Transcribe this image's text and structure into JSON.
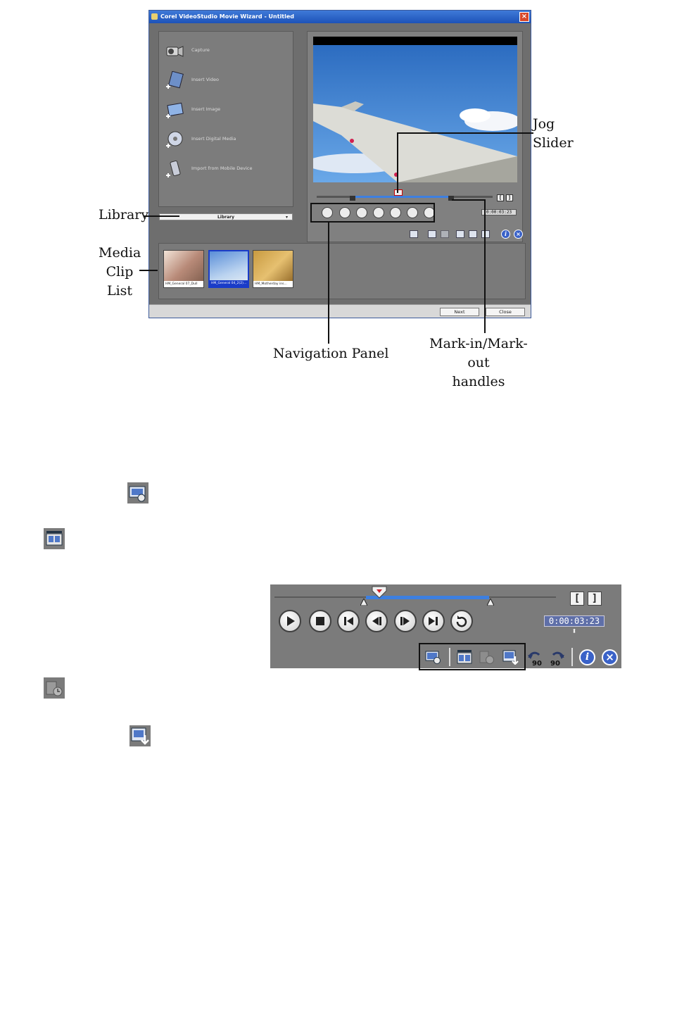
{
  "window": {
    "title": "Corel VideoStudio Movie Wizard - Untitled",
    "capture_items": [
      {
        "label": "Capture",
        "icon": "camcorder-icon"
      },
      {
        "label": "Insert Video",
        "icon": "insert-video-icon"
      },
      {
        "label": "Insert Image",
        "icon": "insert-image-icon"
      },
      {
        "label": "Insert Digital Media",
        "icon": "insert-disc-icon"
      },
      {
        "label": "Import from Mobile Device",
        "icon": "mobile-device-icon"
      }
    ],
    "library_select": "Library",
    "small_timecode": "0:00:03:23",
    "clips": [
      {
        "caption": "HM_General 07_Dull"
      },
      {
        "caption": "HM_General 04_2(2)..."
      },
      {
        "caption": "HM_Motherday ins..."
      }
    ],
    "buttons": {
      "next": "Next",
      "close": "Close"
    }
  },
  "callouts": {
    "jog_slider_line1": "Jog",
    "jog_slider_line2": "Slider",
    "library": "Library",
    "media_line1": "Media",
    "media_line2": "Clip",
    "media_line3": "List",
    "navigation_panel": "Navigation Panel",
    "markin_line1": "Mark-in/Mark-out",
    "markin_line2": "handles"
  },
  "zoom_panel": {
    "timecode": "0:00:03:23",
    "mark_in": "[",
    "mark_out": "]",
    "rotate_left_label": "90",
    "rotate_right_label": "90"
  },
  "colors": {
    "window_bg": "#6e6e6e",
    "titlebar": "#2a5fc4",
    "timeline_fill": "#3d7fe0",
    "callout_line": "#111111"
  }
}
